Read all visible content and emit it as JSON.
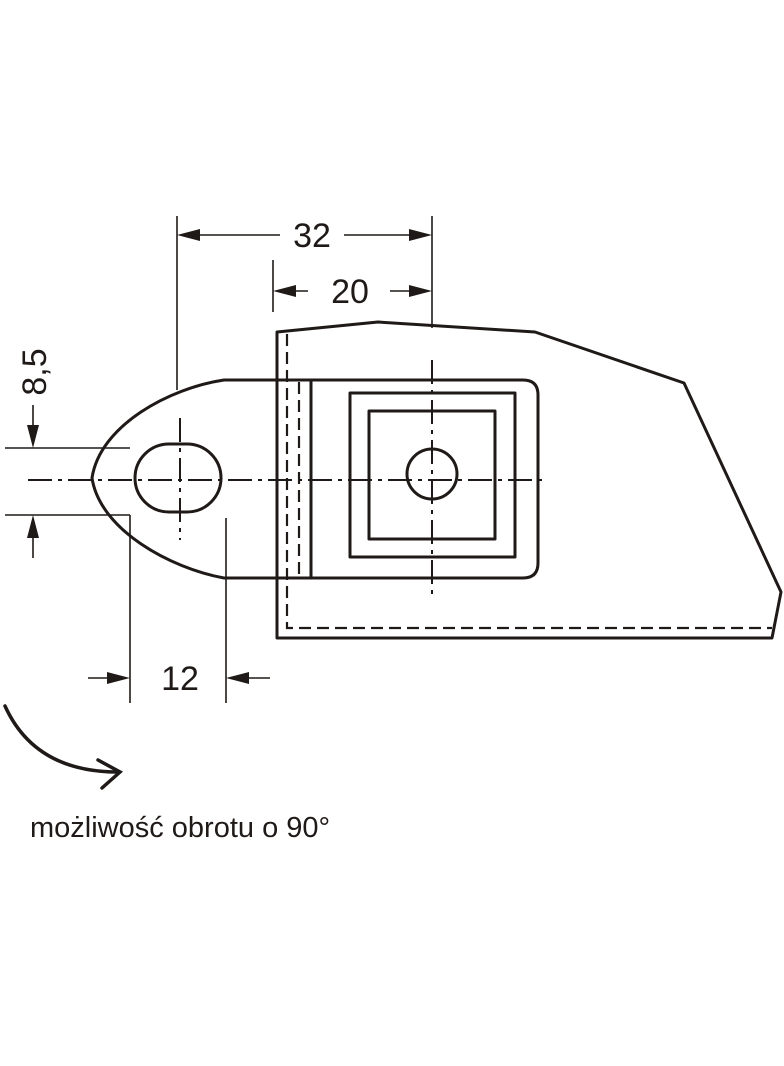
{
  "dimensions": {
    "overall_width": "32",
    "hole_spacing": "20",
    "slot_width": "8,5",
    "slot_length": "12"
  },
  "caption": "możliwość obrotu o 90°",
  "colors": {
    "line": "#1f1a17",
    "background": "#ffffff"
  }
}
